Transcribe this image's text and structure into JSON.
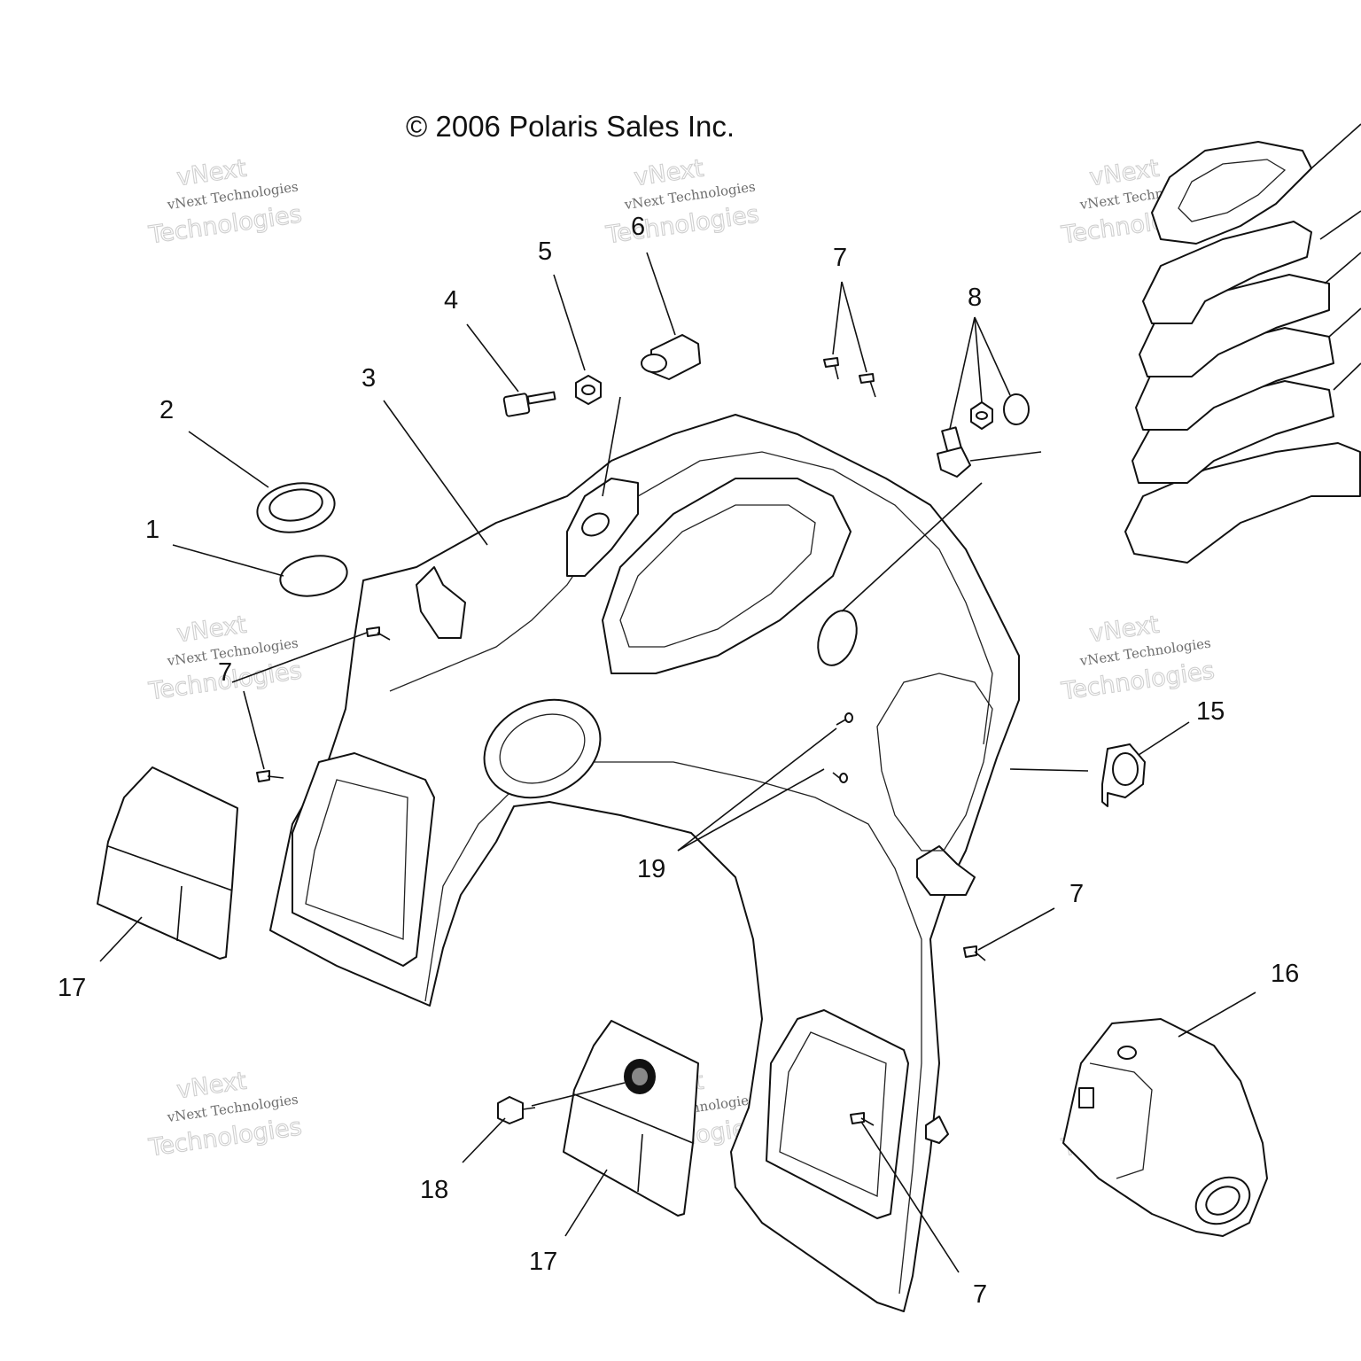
{
  "copyright": "© 2006 Polaris Sales Inc.",
  "watermark": {
    "line1": "vNext Technologies",
    "line2": "vNext",
    "line3": "Technologies"
  },
  "callouts": [
    "1",
    "2",
    "3",
    "4",
    "5",
    "6",
    "7",
    "8",
    "15",
    "16",
    "17",
    "18",
    "19"
  ]
}
